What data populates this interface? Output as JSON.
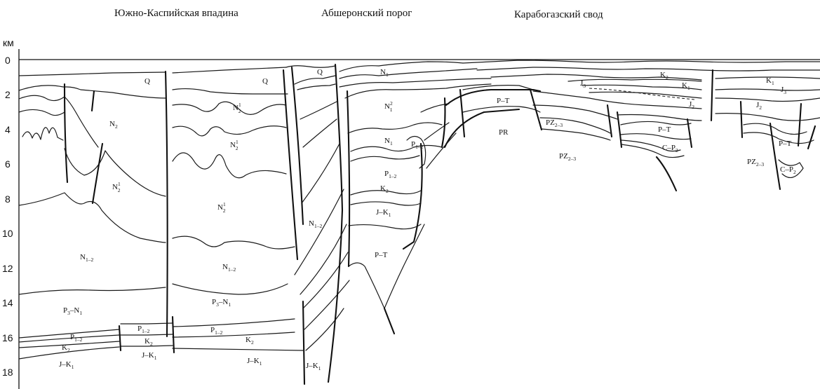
{
  "headers": {
    "south_caspian": "Южно-Каспийская впадина",
    "absheron": "Абшеронский порог",
    "karabogaz": "Карабогазский свод"
  },
  "axis": {
    "unit": "км",
    "ticks": [
      "0",
      "2",
      "4",
      "6",
      "8",
      "10",
      "12",
      "14",
      "16",
      "18"
    ]
  },
  "labels": {
    "q1": {
      "t": "Q"
    },
    "q2": {
      "t": "Q"
    },
    "q3": {
      "t": "Q"
    },
    "n2_a": {
      "t": "N",
      "sub": "2"
    },
    "n2_1a": {
      "t": "N",
      "sub": "2",
      "sup": "1"
    },
    "n2_1b": {
      "t": "N",
      "sub": "2",
      "sup": "1"
    },
    "n2_1c": {
      "t": "N",
      "sub": "2",
      "sup": "1"
    },
    "n2_1d": {
      "t": "N",
      "sub": "2",
      "sup": "1"
    },
    "n12_a": {
      "t": "N",
      "sub": "1–2"
    },
    "n12_b": {
      "t": "N",
      "sub": "1–2"
    },
    "n12_c": {
      "t": "N",
      "sub": "1–2"
    },
    "p3n1_a": {
      "t": "P",
      "sub": "3",
      "rest": "–N",
      "sub2": "1"
    },
    "p3n1_b": {
      "t": "P",
      "sub": "3",
      "rest": "–N",
      "sub2": "1"
    },
    "p12_a": {
      "t": "P",
      "sub": "1–2"
    },
    "p12_b": {
      "t": "P",
      "sub": "1–2"
    },
    "p12_c": {
      "t": "P",
      "sub": "1–2"
    },
    "p12_d": {
      "t": "P",
      "sub": "1–2"
    },
    "p12_e": {
      "t": "P",
      "sub": "1–2"
    },
    "k2_a": {
      "t": "K",
      "sub": "2"
    },
    "k2_b": {
      "t": "K",
      "sub": "2"
    },
    "k2_c": {
      "t": "K",
      "sub": "2"
    },
    "k2_d": {
      "t": "K",
      "sub": "2"
    },
    "k2_e": {
      "t": "K",
      "sub": "2"
    },
    "jk1_a": {
      "t": "J–K",
      "sub": "1"
    },
    "jk1_b": {
      "t": "J–K",
      "sub": "1"
    },
    "jk1_c": {
      "t": "J–K",
      "sub": "1"
    },
    "jk1_d": {
      "t": "J–K",
      "sub": "1"
    },
    "jk1_e": {
      "t": "J–K",
      "sub": "1"
    },
    "n1_a": {
      "t": "N",
      "sub": "1"
    },
    "n1_b": {
      "t": "N",
      "sub": "1"
    },
    "n1_2": {
      "t": "N",
      "sub": "1",
      "sup": "2"
    },
    "pt_a": {
      "t": "P–T"
    },
    "pt_b": {
      "t": "P–T"
    },
    "pt_c": {
      "t": "P–T"
    },
    "pt_d": {
      "t": "P–T"
    },
    "pr": {
      "t": "PR"
    },
    "pz23_a": {
      "t": "PZ",
      "sub": "2–3"
    },
    "pz23_b": {
      "t": "PZ",
      "sub": "2–3"
    },
    "pz23_c": {
      "t": "PZ",
      "sub": "2–3"
    },
    "cp2_a": {
      "t": "C–P",
      "sub": "2"
    },
    "cp2_b": {
      "t": "C–P",
      "sub": "2"
    },
    "k1_a": {
      "t": "K",
      "sub": "1"
    },
    "k1_b": {
      "t": "K",
      "sub": "1"
    },
    "j3_a": {
      "t": "J",
      "sub": "3"
    },
    "j3_b": {
      "t": "J",
      "sub": "3"
    },
    "j2_a": {
      "t": "J",
      "sub": "2"
    },
    "j2_b": {
      "t": "J",
      "sub": "2"
    }
  }
}
